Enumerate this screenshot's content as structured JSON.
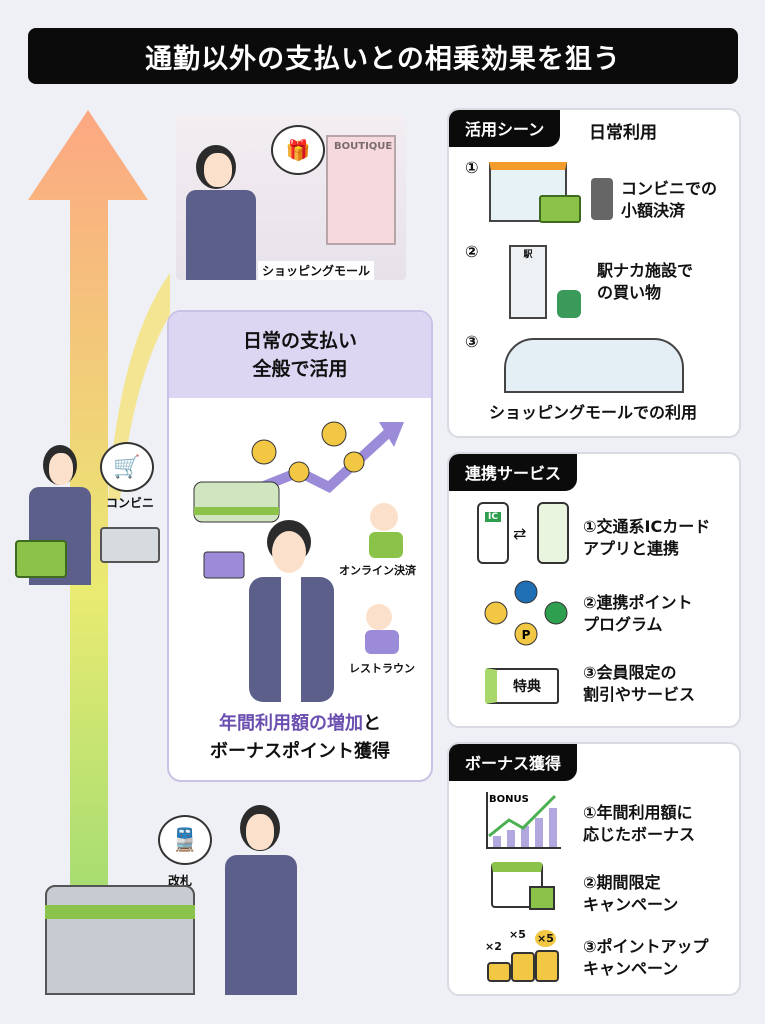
{
  "title": "通勤以外の支払いとの相乗効果を狙う",
  "left": {
    "mall_label": "ショッピングモール",
    "mall_sign": "BOUTIQUE",
    "konbini_label": "コンビニ",
    "gate_label": "改札"
  },
  "center": {
    "heading_line1": "日常の支払い",
    "heading_line2": "全般で活用",
    "online_label": "オンライン決済",
    "restaurant_label": "レストラウン",
    "footer_highlight": "年間利用額の増加",
    "footer_rest1": "と",
    "footer_line2": "ボーナスポイント獲得",
    "highlight_color": "#6b4fb0"
  },
  "scenes": {
    "tag": "活用シーン",
    "subtitle": "日常利用",
    "items": [
      {
        "num": "①",
        "line1": "コンビニでの",
        "line2": "小額決済"
      },
      {
        "num": "②",
        "line1": "駅ナカ施設で",
        "line2": "の買い物",
        "sign": "駅"
      },
      {
        "num": "③",
        "line1": "ショッピングモールでの利用"
      }
    ]
  },
  "services": {
    "tag": "連携サービス",
    "items": [
      {
        "line1": "①交通系ICカード",
        "line2": "アプリと連携",
        "icon_text": "IC"
      },
      {
        "line1": "②連携ポイント",
        "line2": "プログラム",
        "icon_text": "P"
      },
      {
        "line1": "③会員限定の",
        "line2": "割引やサービス",
        "icon_text": "特典"
      }
    ]
  },
  "bonus": {
    "tag": "ボーナス獲得",
    "items": [
      {
        "line1": "①年間利用額に",
        "line2": "応じたボーナス",
        "icon_text": "BONUS"
      },
      {
        "line1": "②期間限定",
        "line2": "キャンペーン"
      },
      {
        "line1": "③ポイントアップ",
        "line2": "キャンペーン",
        "multipliers": [
          "×2",
          "×5",
          "×5"
        ]
      }
    ]
  }
}
